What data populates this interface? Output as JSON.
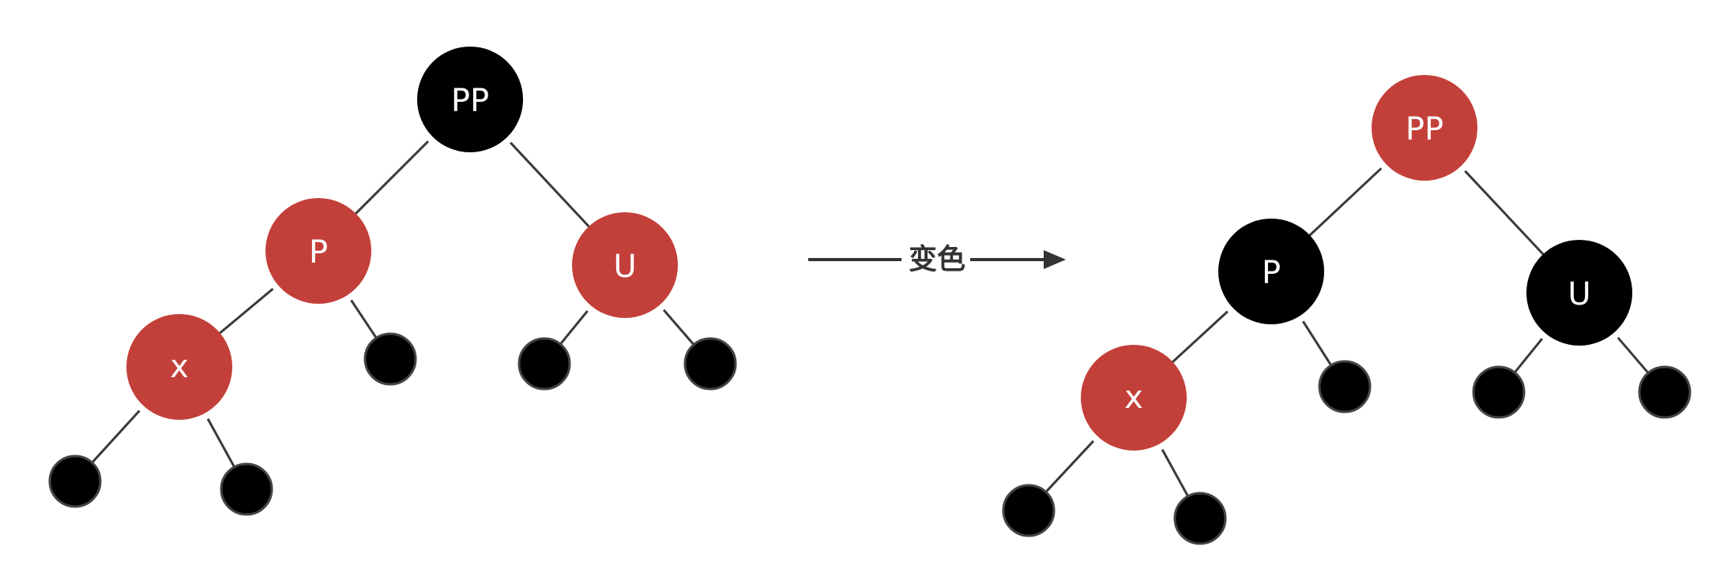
{
  "colors": {
    "red": "#c3403a",
    "black": "#000000",
    "nil_stroke": "#444444",
    "edge": "#3a3a3a"
  },
  "before": {
    "pp": {
      "label": "PP",
      "color": "black"
    },
    "p": {
      "label": "P",
      "color": "red"
    },
    "u": {
      "label": "U",
      "color": "red"
    },
    "x": {
      "label": "x",
      "color": "red"
    }
  },
  "after": {
    "pp": {
      "label": "PP",
      "color": "red"
    },
    "p": {
      "label": "P",
      "color": "black"
    },
    "u": {
      "label": "U",
      "color": "black"
    },
    "x": {
      "label": "x",
      "color": "red"
    }
  },
  "transition": {
    "label": "变色"
  }
}
